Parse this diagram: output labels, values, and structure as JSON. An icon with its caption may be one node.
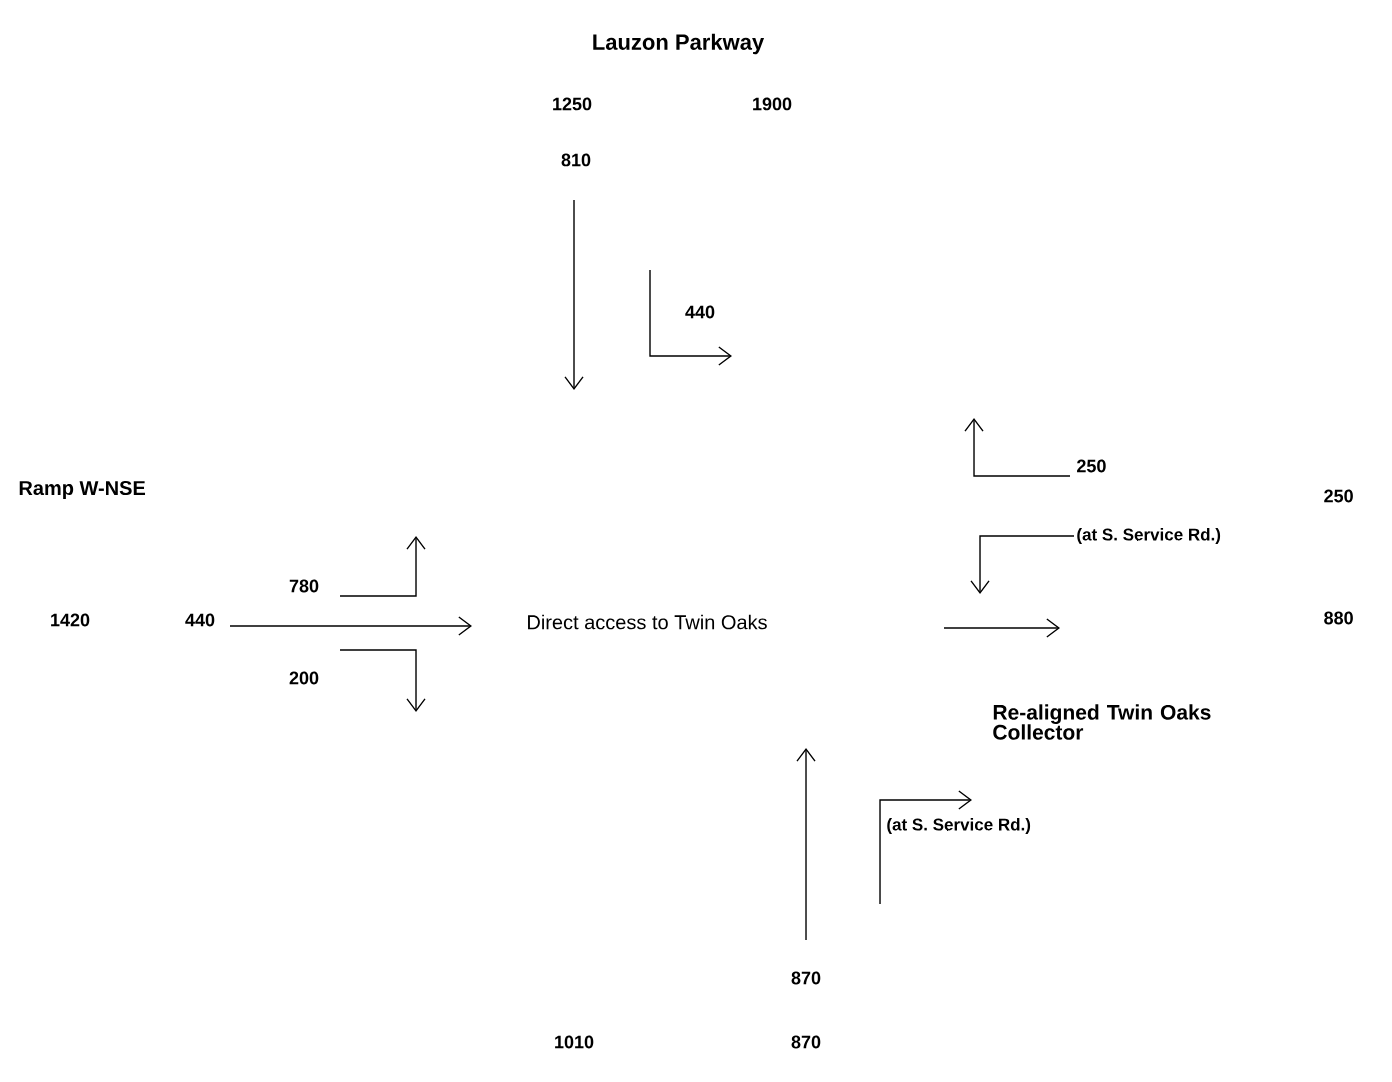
{
  "diagram": {
    "labels": [
      "Lauzon Parkway",
      "1250",
      "1900",
      "810",
      "440",
      "Ramp W-NSE",
      "250",
      "250",
      "(at S. Service Rd.)",
      "780",
      "1420",
      "440",
      "Direct access to Twin Oaks",
      "880",
      "200",
      "Re-aligned Twin Oaks Collector",
      "(at S. Service Rd.)",
      "870",
      "1010",
      "870"
    ]
  }
}
